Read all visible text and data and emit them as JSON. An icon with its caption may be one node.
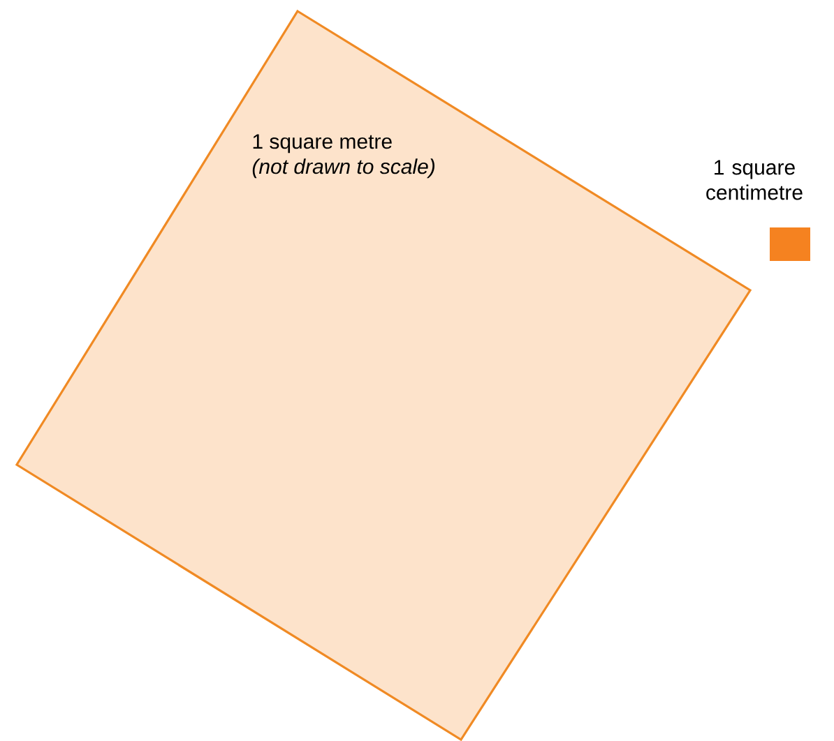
{
  "diagram": {
    "nodes": [
      {
        "text": [
          "1 square metre",
          "(not drawn to scale)"
        ]
      },
      {
        "text": [
          "1 square centimetre"
        ]
      }
    ]
  }
}
